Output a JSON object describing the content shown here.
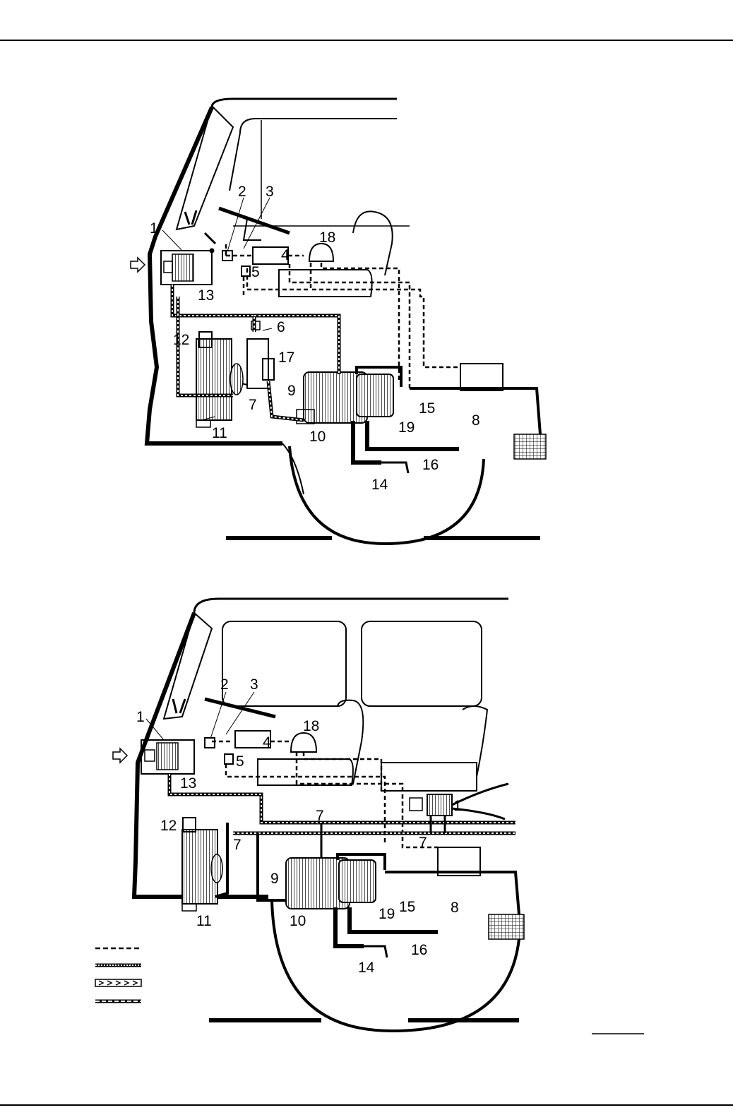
{
  "diagram_1": {
    "labels": [
      "1",
      "2",
      "3",
      "4",
      "5",
      "6",
      "7",
      "8",
      "9",
      "10",
      "11",
      "12",
      "13",
      "14",
      "15",
      "16",
      "17",
      "18",
      "19"
    ]
  },
  "diagram_2": {
    "labels": [
      "1",
      "2",
      "3",
      "4",
      "5",
      "7",
      "8",
      "9",
      "10",
      "11",
      "12",
      "13",
      "14",
      "15",
      "16",
      "18",
      "19",
      "1",
      "7",
      "7"
    ]
  },
  "legend": {
    "line_styles": [
      "dashed",
      "dotted-double",
      "triangle-band",
      "dashed-double"
    ],
    "entries": [
      "",
      "",
      "",
      ""
    ]
  }
}
